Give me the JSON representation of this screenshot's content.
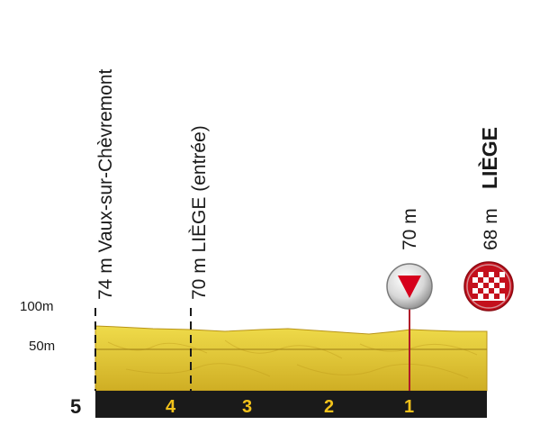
{
  "y_axis": {
    "labels": [
      "100m",
      "50m"
    ]
  },
  "km_axis": {
    "start_label": "5",
    "markers": [
      "4",
      "3",
      "2",
      "1"
    ]
  },
  "points": {
    "vaux": "74 m Vaux-sur-Chèvremont",
    "liege_entree": "70 m LIÈGE (entrée)",
    "flamme_rouge": "70 m",
    "finish_alt": "68 m",
    "finish_name": "LIÈGE"
  },
  "icons": {
    "flamme_rouge": "red-triangle-in-grey-circle",
    "finish": "checkered-flag-red-circle"
  },
  "colors": {
    "terrain": "#e6d33f",
    "terrain_dark": "#c9a21a",
    "road": "#1a1a1a",
    "km_text": "#f2c21a",
    "flamme_red": "#d6001c",
    "line": "#b01a2a"
  }
}
